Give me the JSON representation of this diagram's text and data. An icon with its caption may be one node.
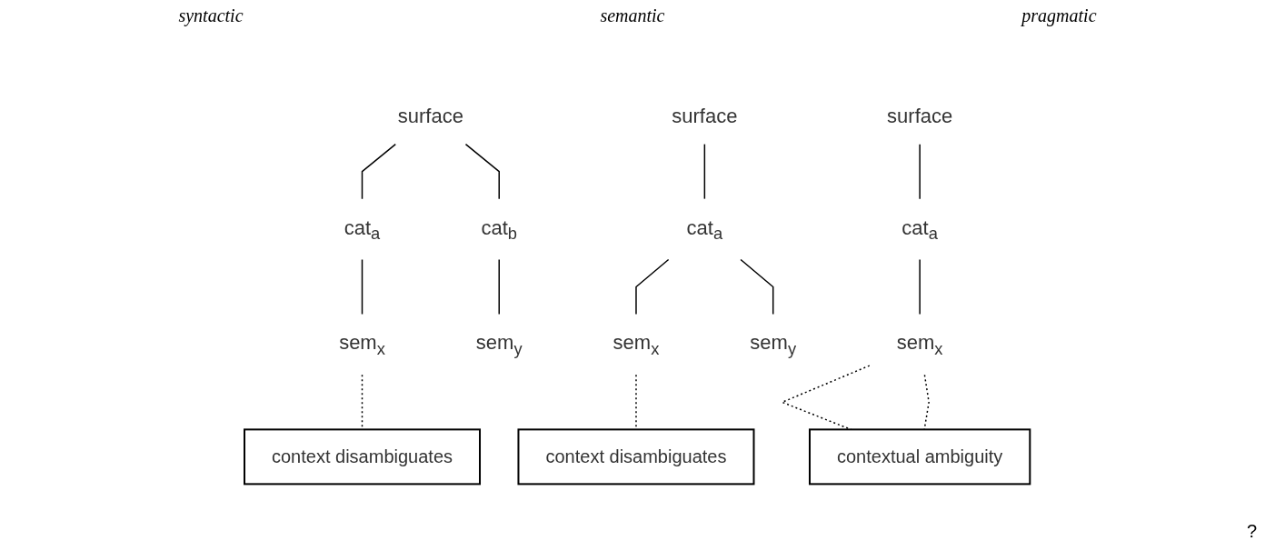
{
  "diagram": {
    "nodes": [
      {
        "text": [
          "surface"
        ]
      },
      {
        "text": [
          "cat$_{a}$"
        ]
      },
      {
        "text": [
          "cat$_{b}$"
        ]
      },
      {
        "text": [
          "sem$_{x}$"
        ]
      },
      {
        "text": [
          "sem$_{y}$"
        ]
      },
      {
        "text": [
          "context disambiguates"
        ]
      },
      {
        "text": [
          "surface"
        ]
      },
      {
        "text": [
          "cat$_{a}$"
        ]
      },
      {
        "text": [
          "sem$_{x}$"
        ]
      },
      {
        "text": [
          "sem$_{y}$"
        ]
      },
      {
        "text": [
          "context disambiguates"
        ]
      },
      {
        "text": [
          "surface"
        ]
      },
      {
        "text": [
          "cat$_{a}$"
        ]
      },
      {
        "text": [
          "sem$_{x}$"
        ]
      },
      {
        "text": [
          "contextual ambiguity"
        ]
      }
    ],
    "edges": [
      {
        "from": 0,
        "to": 1,
        "arrow": "none"
      },
      {
        "from": 0,
        "to": 2,
        "arrow": "none"
      },
      {
        "from": 1,
        "to": 3,
        "arrow": "none"
      },
      {
        "from": 2,
        "to": 4,
        "arrow": "none"
      },
      {
        "from": 3,
        "to": 5,
        "arrow": "none",
        "style": "dashed"
      },
      {
        "from": 6,
        "to": 7,
        "arrow": "none"
      },
      {
        "from": 7,
        "to": 8,
        "arrow": "none"
      },
      {
        "from": 7,
        "to": 9,
        "arrow": "none"
      },
      {
        "from": 8,
        "to": 10,
        "arrow": "none",
        "style": "dashed"
      },
      {
        "from": 11,
        "to": 12,
        "arrow": "none"
      },
      {
        "from": 12,
        "to": 13,
        "arrow": "none"
      },
      {
        "from": 13,
        "to": 14,
        "arrow": "none",
        "style": "dashed"
      },
      {
        "from": 13,
        "to": 14,
        "arrow": "none",
        "style": "dashed"
      }
    ],
    "labels": [
      "syntactic",
      "semantic",
      "pragmatic",
      "?"
    ]
  }
}
